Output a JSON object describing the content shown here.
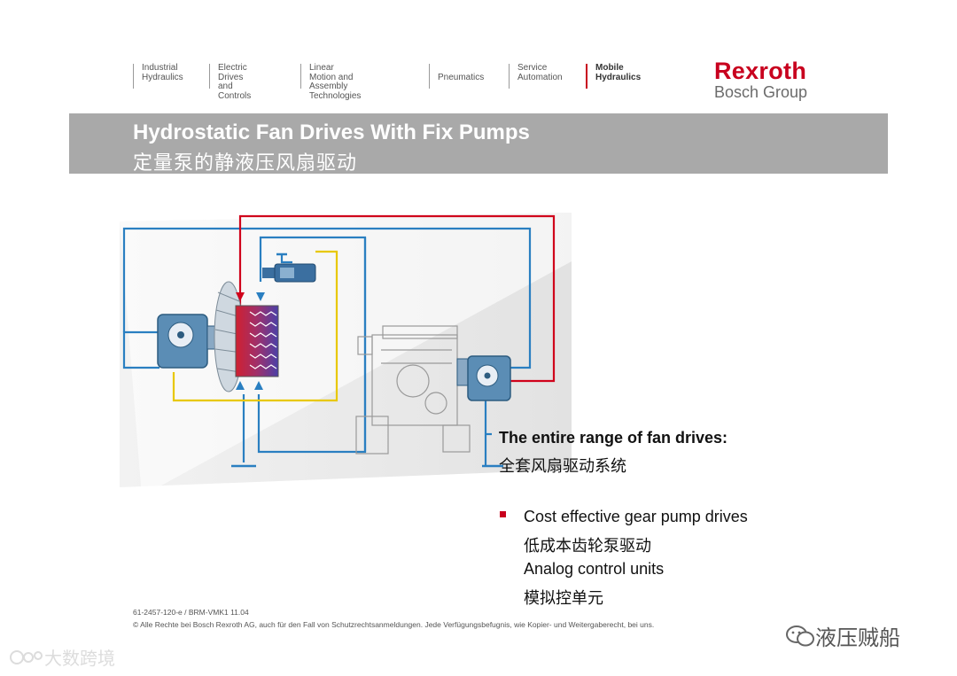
{
  "nav": [
    {
      "label": "Industrial\nHydraulics",
      "active": false
    },
    {
      "label": "Electric Drives\nand Controls",
      "active": false
    },
    {
      "label": "Linear Motion and\nAssembly Technologies",
      "active": false
    },
    {
      "label": "Pneumatics",
      "active": false
    },
    {
      "label": "Service\nAutomation",
      "active": false
    },
    {
      "label": "Mobile\nHydraulics",
      "active": true
    }
  ],
  "logo": {
    "brand": "Rexroth",
    "group": "Bosch Group"
  },
  "title": {
    "en": "Hydrostatic Fan Drives With Fix Pumps",
    "zh": "定量泵的静液压风扇驱动"
  },
  "body": {
    "heading_en": "The entire range of fan drives:",
    "heading_zh": "全套风扇驱动系统",
    "bullet_lines": [
      "Cost effective gear pump drives",
      "低成本齿轮泵驱动",
      "Analog control units",
      "模拟控单元"
    ]
  },
  "footer": {
    "doc_id": "61-2457-120-e / BRM-VMK1 11.04",
    "copyright": "© Alle Rechte bei Bosch Rexroth AG, auch für den Fall von Schutzrechtsanmeldungen. Jede Verfügungsbefugnis, wie Kopier- und Weitergaberecht, bei uns."
  },
  "watermarks": {
    "right": "液压贼船",
    "left": "大数跨境"
  },
  "colors": {
    "brand_red": "#c8001e",
    "line_blue": "#2a7fc1",
    "line_red": "#d0021b",
    "line_yellow": "#e8c800",
    "title_band": "#a9a9a9"
  }
}
